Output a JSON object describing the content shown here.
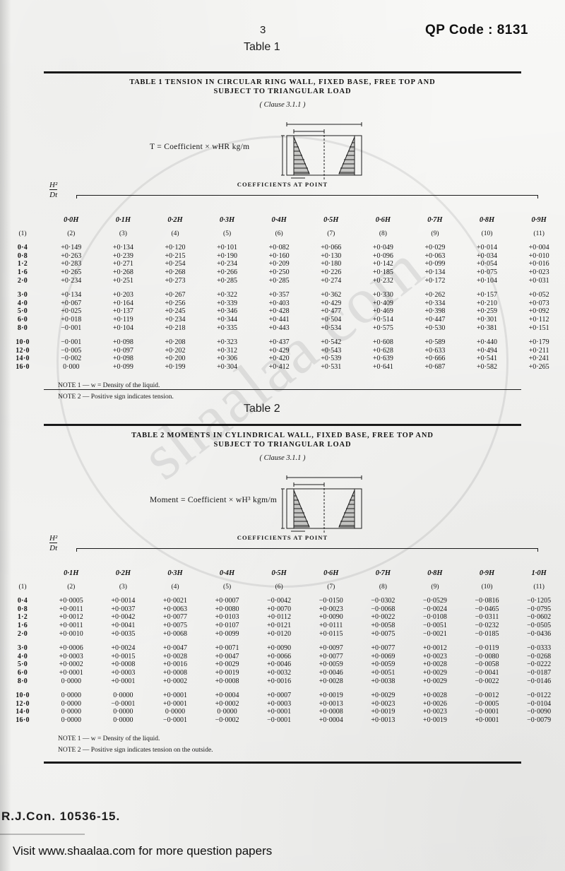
{
  "header": {
    "page_number": "3",
    "table_caption": "Table 1",
    "qp_code": "QP Code : 8131"
  },
  "table1": {
    "caption_above": "Table 1",
    "title_lead": "TABLE 1",
    "title_line1": "TENSION IN CIRCULAR RING WALL, FIXED BASE, FREE TOP AND",
    "title_line2": "SUBJECT TO TRIANGULAR LOAD",
    "clause": "( Clause 3.1.1 )",
    "formula": "T = Coefficient × wHR kg/m",
    "coefficients_caption": "COEFFICIENTS AT POINT",
    "row_header_num": "H²",
    "row_header_den": "Dt",
    "column_points": [
      "0·0H",
      "0·1H",
      "0·2H",
      "0·3H",
      "0·4H",
      "0·5H",
      "0·6H",
      "0·7H",
      "0·8H",
      "0·9H"
    ],
    "column_numbers": [
      "(1)",
      "(2)",
      "(3)",
      "(4)",
      "(5)",
      "(6)",
      "(7)",
      "(8)",
      "(9)",
      "(10)",
      "(11)"
    ],
    "rows": [
      {
        "label": "0·4",
        "values": [
          "+0·149",
          "+0·134",
          "+0·120",
          "+0·101",
          "+0·082",
          "+0·066",
          "+0·049",
          "+0·029",
          "+0·014",
          "+0·004"
        ]
      },
      {
        "label": "0·8",
        "values": [
          "+0·263",
          "+0·239",
          "+0·215",
          "+0·190",
          "+0·160",
          "+0·130",
          "+0·096",
          "+0·063",
          "+0·034",
          "+0·010"
        ]
      },
      {
        "label": "1·2",
        "values": [
          "+0·283",
          "+0·271",
          "+0·254",
          "+0·234",
          "+0·209",
          "+0·180",
          "+0·142",
          "+0·099",
          "+0·054",
          "+0·016"
        ]
      },
      {
        "label": "1·6",
        "values": [
          "+0·265",
          "+0·268",
          "+0·268",
          "+0·266",
          "+0·250",
          "+0·226",
          "+0·185",
          "+0·134",
          "+0·075",
          "+0·023"
        ]
      },
      {
        "label": "2·0",
        "values": [
          "+0·234",
          "+0·251",
          "+0·273",
          "+0·285",
          "+0·285",
          "+0·274",
          "+0·232",
          "+0·172",
          "+0·104",
          "+0·031"
        ]
      },
      {
        "label": "3·0",
        "values": [
          "+0·134",
          "+0·203",
          "+0·267",
          "+0·322",
          "+0·357",
          "+0·362",
          "+0·330",
          "+0·262",
          "+0·157",
          "+0·052"
        ]
      },
      {
        "label": "4·0",
        "values": [
          "+0·067",
          "+0·164",
          "+0·256",
          "+0·339",
          "+0·403",
          "+0·429",
          "+0·409",
          "+0·334",
          "+0·210",
          "+0·073"
        ]
      },
      {
        "label": "5·0",
        "values": [
          "+0·025",
          "+0·137",
          "+0·245",
          "+0·346",
          "+0·428",
          "+0·477",
          "+0·469",
          "+0·398",
          "+0·259",
          "+0·092"
        ]
      },
      {
        "label": "6·0",
        "values": [
          "+0·018",
          "+0·119",
          "+0·234",
          "+0·344",
          "+0·441",
          "+0·504",
          "+0·514",
          "+0·447",
          "+0·301",
          "+0·112"
        ]
      },
      {
        "label": "8·0",
        "values": [
          "−0·001",
          "+0·104",
          "+0·218",
          "+0·335",
          "+0·443",
          "+0·534",
          "+0·575",
          "+0·530",
          "+0·381",
          "+0·151"
        ]
      },
      {
        "label": "10·0",
        "values": [
          "−0·001",
          "+0·098",
          "+0·208",
          "+0·323",
          "+0·437",
          "+0·542",
          "+0·608",
          "+0·589",
          "+0·440",
          "+0·179"
        ]
      },
      {
        "label": "12·0",
        "values": [
          "−0·005",
          "+0·097",
          "+0·202",
          "+0·312",
          "+0·429",
          "+0·543",
          "+0·628",
          "+0·633",
          "+0·494",
          "+0·211"
        ]
      },
      {
        "label": "14·0",
        "values": [
          "−0·002",
          "+0·098",
          "+0·200",
          "+0·306",
          "+0·420",
          "+0·539",
          "+0·639",
          "+0·666",
          "+0·541",
          "+0·241"
        ]
      },
      {
        "label": "16·0",
        "values": [
          "0·000",
          "+0·099",
          "+0·199",
          "+0·304",
          "+0·412",
          "+0·531",
          "+0·641",
          "+0·687",
          "+0·582",
          "+0·265"
        ]
      }
    ],
    "note1": "NOTE 1 — w = Density of the liquid.",
    "note2": "NOTE 2 — Positive sign indicates tension."
  },
  "table2": {
    "caption_above": "Table 2",
    "title_lead": "TABLE 2",
    "title_line1": "MOMENTS IN CYLINDRICAL WALL, FIXED BASE, FREE TOP AND",
    "title_line2": "SUBJECT TO TRIANGULAR LOAD",
    "clause": "( Clause 3.1.1 )",
    "formula": "Moment = Coefficient × wH³ kgm/m",
    "coefficients_caption": "COEFFICIENTS AT POINT",
    "row_header_num": "H²",
    "row_header_den": "Dt",
    "column_points": [
      "0·1H",
      "0·2H",
      "0·3H",
      "0·4H",
      "0·5H",
      "0·6H",
      "0·7H",
      "0·8H",
      "0·9H",
      "1·0H"
    ],
    "column_numbers": [
      "(1)",
      "(2)",
      "(3)",
      "(4)",
      "(5)",
      "(6)",
      "(7)",
      "(8)",
      "(9)",
      "(10)",
      "(11)"
    ],
    "rows": [
      {
        "label": "0·4",
        "values": [
          "+0·0005",
          "+0·0014",
          "+0·0021",
          "+0·0007",
          "−0·0042",
          "−0·0150",
          "−0·0302",
          "−0·0529",
          "−0·0816",
          "−0·1205"
        ]
      },
      {
        "label": "0·8",
        "values": [
          "+0·0011",
          "+0·0037",
          "+0·0063",
          "+0·0080",
          "+0·0070",
          "+0·0023",
          "−0·0068",
          "−0·0024",
          "−0·0465",
          "−0·0795"
        ]
      },
      {
        "label": "1·2",
        "values": [
          "+0·0012",
          "+0·0042",
          "+0·0077",
          "+0·0103",
          "+0·0112",
          "+0·0090",
          "+0·0022",
          "−0·0108",
          "−0·0311",
          "−0·0602"
        ]
      },
      {
        "label": "1·6",
        "values": [
          "+0·0011",
          "+0·0041",
          "+0·0075",
          "+0·0107",
          "+0·0121",
          "+0·0111",
          "+0·0058",
          "−0·0051",
          "−0·0232",
          "−0·0505"
        ]
      },
      {
        "label": "2·0",
        "values": [
          "+0·0010",
          "+0·0035",
          "+0·0068",
          "+0·0099",
          "+0·0120",
          "+0·0115",
          "+0·0075",
          "−0·0021",
          "−0·0185",
          "−0·0436"
        ]
      },
      {
        "label": "3·0",
        "values": [
          "+0·0006",
          "+0·0024",
          "+0·0047",
          "+0·0071",
          "+0·0090",
          "+0·0097",
          "+0·0077",
          "+0·0012",
          "−0·0119",
          "−0·0333"
        ]
      },
      {
        "label": "4·0",
        "values": [
          "+0·0003",
          "+0·0015",
          "+0·0028",
          "+0·0047",
          "+0·0066",
          "+0·0077",
          "+0·0069",
          "+0·0023",
          "−0·0080",
          "−0·0268"
        ]
      },
      {
        "label": "5·0",
        "values": [
          "+0·0002",
          "+0·0008",
          "+0·0016",
          "+0·0029",
          "+0·0046",
          "+0·0059",
          "+0·0059",
          "+0·0028",
          "−0·0058",
          "−0·0222"
        ]
      },
      {
        "label": "6·0",
        "values": [
          "+0·0001",
          "+0·0003",
          "+0·0008",
          "+0·0019",
          "+0·0032",
          "+0·0046",
          "+0·0051",
          "+0·0029",
          "−0·0041",
          "−0·0187"
        ]
      },
      {
        "label": "8·0",
        "values": [
          "0·0000",
          "+0·0001",
          "+0·0002",
          "+0·0008",
          "+0·0016",
          "+0·0028",
          "+0·0038",
          "+0·0029",
          "−0·0022",
          "−0·0146"
        ]
      },
      {
        "label": "10·0",
        "values": [
          "0·0000",
          "0·0000",
          "+0·0001",
          "+0·0004",
          "+0·0007",
          "+0·0019",
          "+0·0029",
          "+0·0028",
          "−0·0012",
          "−0·0122"
        ]
      },
      {
        "label": "12·0",
        "values": [
          "0·0000",
          "−0·0001",
          "+0·0001",
          "+0·0002",
          "+0·0003",
          "+0·0013",
          "+0·0023",
          "+0·0026",
          "−0·0005",
          "−0·0104"
        ]
      },
      {
        "label": "14·0",
        "values": [
          "0·0000",
          "0·0000",
          "0·0000",
          "0·0000",
          "+0·0001",
          "+0·0008",
          "+0·0019",
          "+0·0023",
          "−0·0001",
          "−0·0090"
        ]
      },
      {
        "label": "16·0",
        "values": [
          "0·0000",
          "0·0000",
          "−0·0001",
          "−0·0002",
          "−0·0001",
          "+0·0004",
          "+0·0013",
          "+0·0019",
          "+0·0001",
          "−0·0079"
        ]
      }
    ],
    "note1": "NOTE 1 — w = Density of the liquid.",
    "note2": "NOTE 2 — Positive sign indicates tension on the outside."
  },
  "watermark": {
    "text": "shaalaa.com",
    "side_left": "aa",
    "side_right": "com"
  },
  "footer": {
    "printer_code": "R.J.Con. 10536-15.",
    "visit_text": "Visit www.shaalaa.com for more question papers"
  }
}
